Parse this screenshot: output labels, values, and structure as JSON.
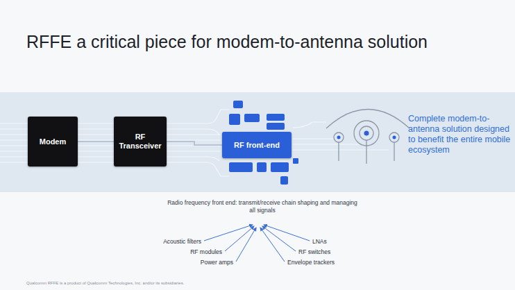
{
  "diagram": {
    "title": "RFFE a critical piece for modem-to-antenna solution",
    "nodes": [
      {
        "text": [
          "Modem"
        ]
      },
      {
        "text": [
          "RF Transceiver"
        ]
      },
      {
        "text": [
          "RF front-end"
        ]
      }
    ],
    "edges": [
      {
        "from": 0,
        "to": 1,
        "arrow": "none"
      },
      {
        "from": 1,
        "to": 2,
        "arrow": "none"
      }
    ],
    "labels": [
      "Complete modem-to-antenna solution designed to benefit the entire mobile ecosystem",
      "Radio frequency front end: transmit/receive chain shaping and managing all signals",
      "Acoustic filters",
      "RF modules",
      "Power amps",
      "LNAs",
      "RF switches",
      "Envelope trackers",
      "Qualcomm RFFE is a product of Qualcomm Technologies, Inc. and/or its subsidiaries."
    ]
  }
}
